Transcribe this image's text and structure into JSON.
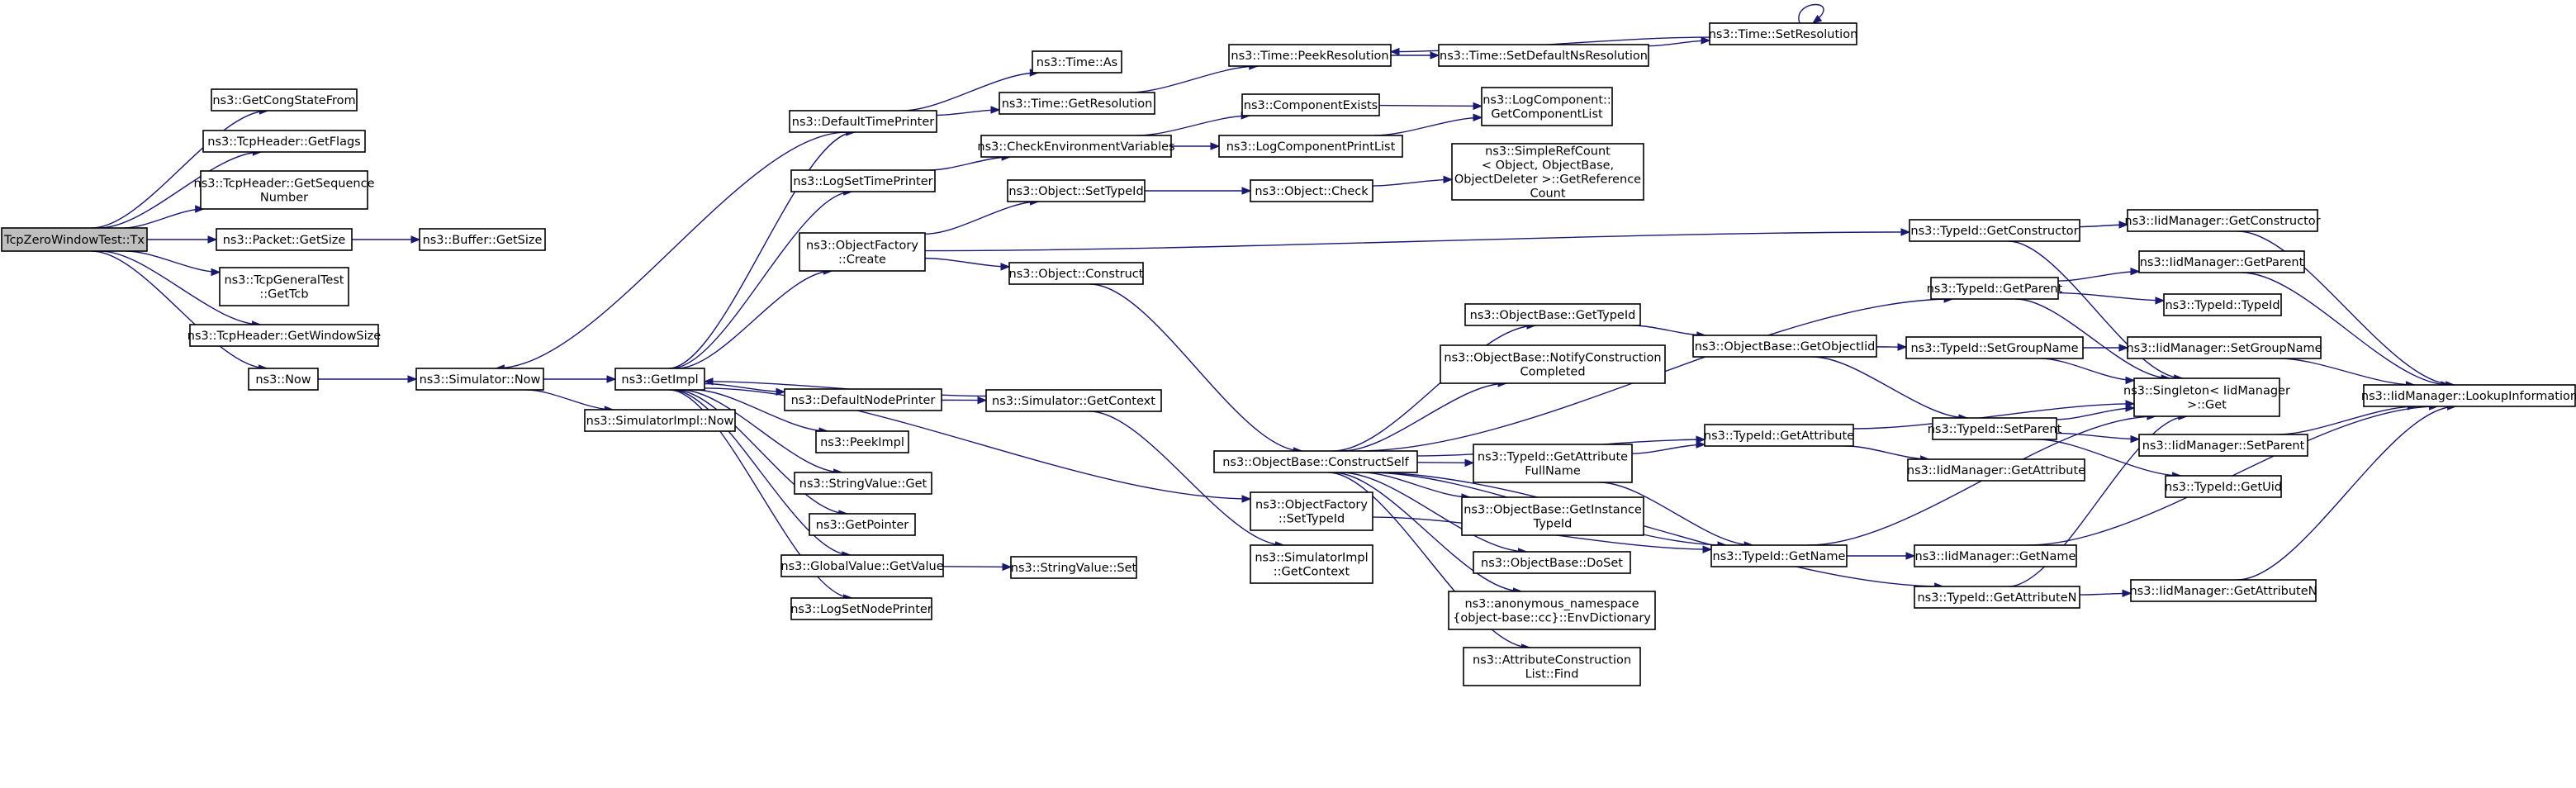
{
  "graph": {
    "root": "n0",
    "colors": {
      "edge": "#191970",
      "root_fill": "#bfbfbf",
      "node_fill": "#ffffff",
      "node_border": "#000000"
    },
    "nodes": [
      {
        "id": "n0",
        "lines": [
          "TcpZeroWindowTest::Tx"
        ],
        "root": true
      },
      {
        "id": "n1",
        "lines": [
          "ns3::GetCongStateFrom"
        ]
      },
      {
        "id": "n2",
        "lines": [
          "ns3::TcpHeader::GetFlags"
        ]
      },
      {
        "id": "n3",
        "lines": [
          "ns3::TcpHeader::GetSequence",
          "Number"
        ]
      },
      {
        "id": "n4",
        "lines": [
          "ns3::Packet::GetSize"
        ]
      },
      {
        "id": "n5",
        "lines": [
          "ns3::Buffer::GetSize"
        ]
      },
      {
        "id": "n6",
        "lines": [
          "ns3::TcpGeneralTest",
          "::GetTcb"
        ]
      },
      {
        "id": "n7",
        "lines": [
          "ns3::TcpHeader::GetWindowSize"
        ]
      },
      {
        "id": "n8",
        "lines": [
          "ns3::Now"
        ]
      },
      {
        "id": "n9",
        "lines": [
          "ns3::Simulator::Now"
        ]
      },
      {
        "id": "n10",
        "lines": [
          "ns3::GetImpl"
        ]
      },
      {
        "id": "n11",
        "lines": [
          "ns3::SimulatorImpl::Now"
        ]
      },
      {
        "id": "n12",
        "lines": [
          "ns3::DefaultTimePrinter"
        ]
      },
      {
        "id": "n13",
        "lines": [
          "ns3::LogSetTimePrinter"
        ]
      },
      {
        "id": "n14",
        "lines": [
          "ns3::ObjectFactory",
          "::Create"
        ]
      },
      {
        "id": "n15",
        "lines": [
          "ns3::DefaultNodePrinter"
        ]
      },
      {
        "id": "n16",
        "lines": [
          "ns3::PeekImpl"
        ]
      },
      {
        "id": "n17",
        "lines": [
          "ns3::StringValue::Get"
        ]
      },
      {
        "id": "n18",
        "lines": [
          "ns3::GetPointer"
        ]
      },
      {
        "id": "n19",
        "lines": [
          "ns3::GlobalValue::GetValue"
        ]
      },
      {
        "id": "n20",
        "lines": [
          "ns3::LogSetNodePrinter"
        ]
      },
      {
        "id": "n21",
        "lines": [
          "ns3::Time::As"
        ]
      },
      {
        "id": "n22",
        "lines": [
          "ns3::Time::GetResolution"
        ]
      },
      {
        "id": "n23",
        "lines": [
          "ns3::CheckEnvironmentVariables"
        ]
      },
      {
        "id": "n24",
        "lines": [
          "ns3::Object::SetTypeId"
        ]
      },
      {
        "id": "n25",
        "lines": [
          "ns3::Object::Construct"
        ]
      },
      {
        "id": "n26",
        "lines": [
          "ns3::Simulator::GetContext"
        ]
      },
      {
        "id": "n27",
        "lines": [
          "ns3::StringValue::Set"
        ]
      },
      {
        "id": "n28",
        "lines": [
          "ns3::Time::PeekResolution"
        ]
      },
      {
        "id": "n29",
        "lines": [
          "ns3::ComponentExists"
        ]
      },
      {
        "id": "n30",
        "lines": [
          "ns3::LogComponentPrintList"
        ]
      },
      {
        "id": "n31",
        "lines": [
          "ns3::Object::Check"
        ]
      },
      {
        "id": "n32",
        "lines": [
          "ns3::ObjectBase::ConstructSelf"
        ]
      },
      {
        "id": "n33",
        "lines": [
          "ns3::ObjectFactory",
          "::SetTypeId"
        ]
      },
      {
        "id": "n34",
        "lines": [
          "ns3::SimulatorImpl",
          "::GetContext"
        ]
      },
      {
        "id": "n35",
        "lines": [
          "ns3::Time::SetDefaultNsResolution"
        ]
      },
      {
        "id": "n36",
        "lines": [
          "ns3::Time::SetResolution"
        ]
      },
      {
        "id": "n37",
        "lines": [
          "ns3::LogComponent::",
          "GetComponentList"
        ]
      },
      {
        "id": "n38",
        "lines": [
          "ns3::SimpleRefCount",
          "< Object, ObjectBase,",
          "ObjectDeleter >::GetReference",
          "Count"
        ]
      },
      {
        "id": "n39",
        "lines": [
          "ns3::ObjectBase::GetTypeId"
        ]
      },
      {
        "id": "n40",
        "lines": [
          "ns3::ObjectBase::NotifyConstruction",
          "Completed"
        ]
      },
      {
        "id": "n41",
        "lines": [
          "ns3::TypeId::GetAttribute",
          "FullName"
        ]
      },
      {
        "id": "n42",
        "lines": [
          "ns3::ObjectBase::GetInstance",
          "TypeId"
        ]
      },
      {
        "id": "n43",
        "lines": [
          "ns3::ObjectBase::DoSet"
        ]
      },
      {
        "id": "n44",
        "lines": [
          "ns3::anonymous_namespace",
          "{object-base::cc}::EnvDictionary"
        ]
      },
      {
        "id": "n45",
        "lines": [
          "ns3::AttributeConstruction",
          "List::Find"
        ]
      },
      {
        "id": "n46",
        "lines": [
          "ns3::ObjectBase::GetObjectIid"
        ]
      },
      {
        "id": "n47",
        "lines": [
          "ns3::TypeId::GetAttribute"
        ]
      },
      {
        "id": "n48",
        "lines": [
          "ns3::TypeId::GetName"
        ]
      },
      {
        "id": "n49",
        "lines": [
          "ns3::TypeId::GetConstructor"
        ]
      },
      {
        "id": "n50",
        "lines": [
          "ns3::TypeId::GetParent"
        ]
      },
      {
        "id": "n51",
        "lines": [
          "ns3::TypeId::SetGroupName"
        ]
      },
      {
        "id": "n52",
        "lines": [
          "ns3::TypeId::SetParent"
        ]
      },
      {
        "id": "n53",
        "lines": [
          "ns3::IidManager::GetAttribute"
        ]
      },
      {
        "id": "n54",
        "lines": [
          "ns3::IidManager::GetName"
        ]
      },
      {
        "id": "n55",
        "lines": [
          "ns3::TypeId::GetAttributeN"
        ]
      },
      {
        "id": "n56",
        "lines": [
          "ns3::IidManager::GetConstructor"
        ]
      },
      {
        "id": "n57",
        "lines": [
          "ns3::IidManager::GetParent"
        ]
      },
      {
        "id": "n58",
        "lines": [
          "ns3::TypeId::TypeId"
        ]
      },
      {
        "id": "n59",
        "lines": [
          "ns3::IidManager::SetGroupName"
        ]
      },
      {
        "id": "n60",
        "lines": [
          "ns3::Singleton< IidManager",
          ">::Get"
        ]
      },
      {
        "id": "n61",
        "lines": [
          "ns3::IidManager::SetParent"
        ]
      },
      {
        "id": "n62",
        "lines": [
          "ns3::TypeId::GetUid"
        ]
      },
      {
        "id": "n63",
        "lines": [
          "ns3::IidManager::GetAttributeN"
        ]
      },
      {
        "id": "n64",
        "lines": [
          "ns3::IidManager::LookupInformation"
        ]
      }
    ],
    "edges": [
      [
        "n0",
        "n1"
      ],
      [
        "n0",
        "n2"
      ],
      [
        "n0",
        "n3"
      ],
      [
        "n0",
        "n4"
      ],
      [
        "n0",
        "n6"
      ],
      [
        "n0",
        "n7"
      ],
      [
        "n0",
        "n8"
      ],
      [
        "n4",
        "n5"
      ],
      [
        "n8",
        "n9"
      ],
      [
        "n9",
        "n10"
      ],
      [
        "n9",
        "n11"
      ],
      [
        "n10",
        "n12"
      ],
      [
        "n10",
        "n13"
      ],
      [
        "n10",
        "n14"
      ],
      [
        "n10",
        "n15"
      ],
      [
        "n10",
        "n16"
      ],
      [
        "n10",
        "n17"
      ],
      [
        "n10",
        "n18"
      ],
      [
        "n10",
        "n19"
      ],
      [
        "n10",
        "n20"
      ],
      [
        "n10",
        "n33"
      ],
      [
        "n12",
        "n9"
      ],
      [
        "n12",
        "n21"
      ],
      [
        "n12",
        "n22"
      ],
      [
        "n13",
        "n23"
      ],
      [
        "n14",
        "n24"
      ],
      [
        "n14",
        "n25"
      ],
      [
        "n14",
        "n49"
      ],
      [
        "n15",
        "n26"
      ],
      [
        "n19",
        "n27"
      ],
      [
        "n22",
        "n28"
      ],
      [
        "n23",
        "n29"
      ],
      [
        "n23",
        "n30"
      ],
      [
        "n24",
        "n31"
      ],
      [
        "n25",
        "n32"
      ],
      [
        "n26",
        "n10"
      ],
      [
        "n26",
        "n34"
      ],
      [
        "n28",
        "n35"
      ],
      [
        "n35",
        "n36"
      ],
      [
        "n36",
        "n28"
      ],
      [
        "n36",
        "n36"
      ],
      [
        "n29",
        "n37"
      ],
      [
        "n30",
        "n37"
      ],
      [
        "n31",
        "n38"
      ],
      [
        "n32",
        "n39"
      ],
      [
        "n32",
        "n40"
      ],
      [
        "n32",
        "n41"
      ],
      [
        "n32",
        "n42"
      ],
      [
        "n32",
        "n43"
      ],
      [
        "n32",
        "n44"
      ],
      [
        "n32",
        "n45"
      ],
      [
        "n32",
        "n47"
      ],
      [
        "n32",
        "n48"
      ],
      [
        "n32",
        "n50"
      ],
      [
        "n32",
        "n55"
      ],
      [
        "n33",
        "n48"
      ],
      [
        "n39",
        "n46"
      ],
      [
        "n41",
        "n47"
      ],
      [
        "n41",
        "n48"
      ],
      [
        "n46",
        "n51"
      ],
      [
        "n46",
        "n52"
      ],
      [
        "n47",
        "n53"
      ],
      [
        "n47",
        "n60"
      ],
      [
        "n48",
        "n54"
      ],
      [
        "n48",
        "n60"
      ],
      [
        "n49",
        "n56"
      ],
      [
        "n49",
        "n60"
      ],
      [
        "n50",
        "n57"
      ],
      [
        "n50",
        "n58"
      ],
      [
        "n50",
        "n60"
      ],
      [
        "n51",
        "n59"
      ],
      [
        "n51",
        "n60"
      ],
      [
        "n52",
        "n61"
      ],
      [
        "n52",
        "n62"
      ],
      [
        "n52",
        "n60"
      ],
      [
        "n55",
        "n63"
      ],
      [
        "n55",
        "n60"
      ],
      [
        "n54",
        "n64"
      ],
      [
        "n56",
        "n64"
      ],
      [
        "n57",
        "n64"
      ],
      [
        "n59",
        "n64"
      ],
      [
        "n61",
        "n64"
      ],
      [
        "n63",
        "n64"
      ]
    ]
  }
}
